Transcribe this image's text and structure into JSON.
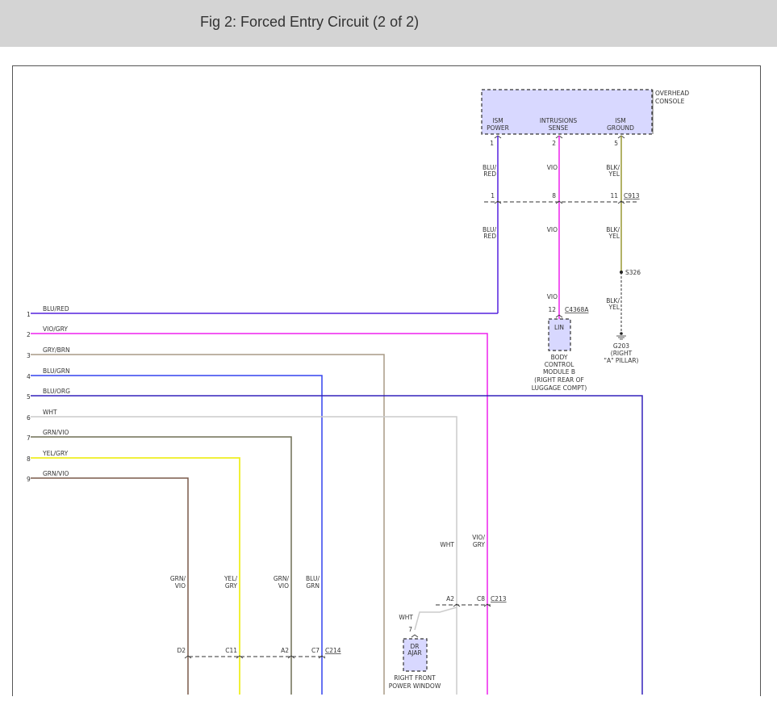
{
  "header": {
    "title": "Fig 2: Forced Entry Circuit (2 of 2)"
  },
  "colors": {
    "blu_red": "#5522dd",
    "vio_gry": "#ee22ee",
    "gry_brn": "#a89a86",
    "blu_grn": "#3344ee",
    "blu_org": "#3322bb",
    "wht": "#cccccc",
    "grn_vio": "#6e6e55",
    "yel_gry": "#eeee22",
    "grn_vio2": "#7a5a4a",
    "blk_yel": "#999933",
    "module_fill": "#d8d8ff"
  },
  "overhead": {
    "label_line1": "OVERHEAD",
    "label_line2": "CONSOLE",
    "pins": [
      {
        "label1": "ISM",
        "label2": "POWER",
        "pin": "1",
        "wire1": "BLU/",
        "wire2": "RED",
        "conn": "1",
        "wire3": "BLU/",
        "wire4": "RED"
      },
      {
        "label1": "INTRUSIONS",
        "label2": "SENSE",
        "pin": "2",
        "wire1": "VIO",
        "wire2": "",
        "conn": "8",
        "wire3": "VIO",
        "wire4": ""
      },
      {
        "label1": "ISM",
        "label2": "GROUND",
        "pin": "5",
        "wire1": "BLK/",
        "wire2": "YEL",
        "conn": "11",
        "wire3": "BLK/",
        "wire4": "YEL"
      }
    ],
    "connector": "C913"
  },
  "splice": "S326",
  "ground": {
    "wire1": "BLK/",
    "wire2": "YEL",
    "id": "G203",
    "desc1": "(RIGHT",
    "desc2": "\"A\" PILLAR)"
  },
  "bcm": {
    "wire": "VIO",
    "pin": "12",
    "connector": "C4368A",
    "inner": "LIN",
    "lines": [
      "BODY",
      "CONTROL",
      "MODULE B",
      "(RIGHT REAR OF",
      "LUGGAGE COMPT)"
    ]
  },
  "wires": [
    {
      "num": "1",
      "label": "BLU/RED"
    },
    {
      "num": "2",
      "label": "VIO/GRY"
    },
    {
      "num": "3",
      "label": "GRY/BRN"
    },
    {
      "num": "4",
      "label": "BLU/GRN"
    },
    {
      "num": "5",
      "label": "BLU/ORG"
    },
    {
      "num": "6",
      "label": "WHT"
    },
    {
      "num": "7",
      "label": "GRN/VIO"
    },
    {
      "num": "8",
      "label": "YEL/GRY"
    },
    {
      "num": "9",
      "label": "GRN/VIO"
    }
  ],
  "vertical_labels": {
    "wht": "WHT",
    "vio1": "VIO/",
    "vio2": "GRY",
    "grn1a": "GRN/",
    "grn1b": "VIO",
    "yel1": "YEL/",
    "yel2": "GRY",
    "grn2a": "GRN/",
    "grn2b": "VIO",
    "blu1": "BLU/",
    "blu2": "GRN"
  },
  "c213": {
    "pin_a": "A2",
    "pin_b": "C8",
    "name": "C213"
  },
  "c214": {
    "pins": [
      "D2",
      "C11",
      "A2",
      "C7"
    ],
    "name": "C214"
  },
  "dr_ajar": {
    "wire": "WHT",
    "pin": "7",
    "label1": "DR",
    "label2": "AJAR",
    "desc1": "RIGHT FRONT",
    "desc2": "POWER WINDOW"
  }
}
